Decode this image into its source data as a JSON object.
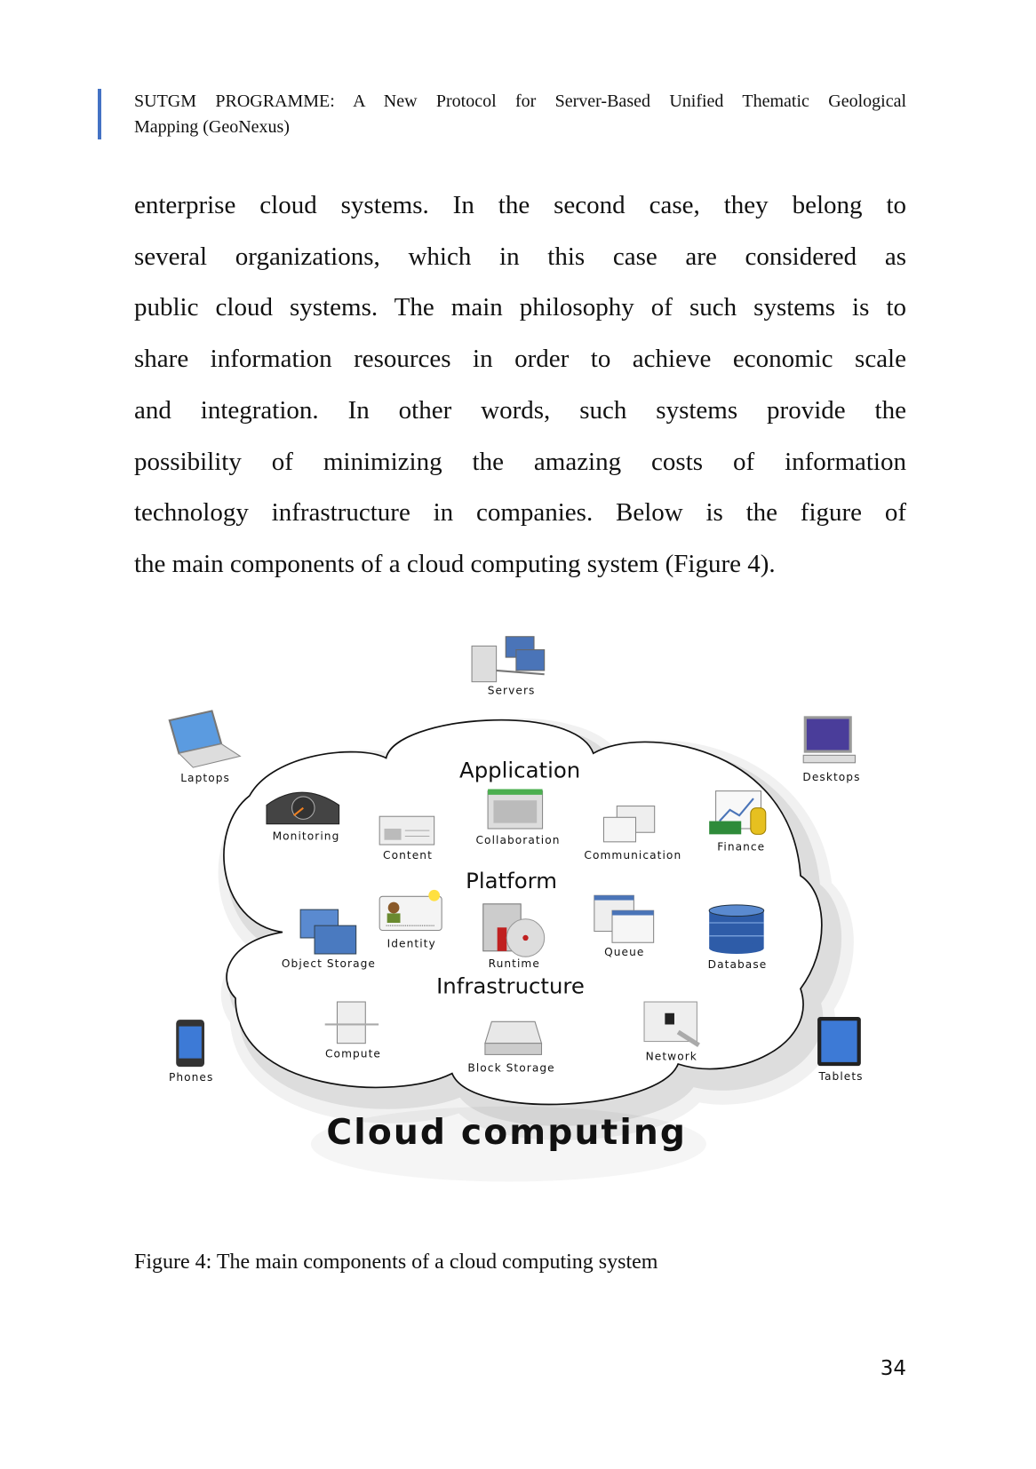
{
  "header": {
    "line1": "SUTGM PROGRAMME: A New Protocol for Server-Based Unified Thematic Geological",
    "line2": "Mapping (GeoNexus)",
    "accent": "#4472c4"
  },
  "body": {
    "lines": [
      "enterprise cloud systems. In the second case, they belong to",
      "several organizations, which in this case are considered as",
      "public cloud systems. The main philosophy of such systems is to",
      "share information resources in order to achieve economic scale",
      "and integration. In other words, such systems provide the",
      "possibility of minimizing the amazing costs of information",
      "technology infrastructure in companies. Below is the figure of",
      "the main components of a cloud computing system (Figure 4)."
    ]
  },
  "figure": {
    "title": "Cloud computing",
    "sections": {
      "application": "Application",
      "platform": "Platform",
      "infrastructure": "Infrastructure"
    },
    "devices": {
      "servers": "Servers",
      "laptops": "Laptops",
      "desktops": "Desktops",
      "phones": "Phones",
      "tablets": "Tablets"
    },
    "components": {
      "monitoring": "Monitoring",
      "content": "Content",
      "collaboration": "Collaboration",
      "communication": "Communication",
      "finance": "Finance",
      "identity": "Identity",
      "object_storage": "Object Storage",
      "runtime": "Runtime",
      "queue": "Queue",
      "database": "Database",
      "compute": "Compute",
      "block_storage": "Block Storage",
      "network": "Network"
    }
  },
  "caption": "Figure 4: The main components of a cloud computing system",
  "page_number": "34"
}
